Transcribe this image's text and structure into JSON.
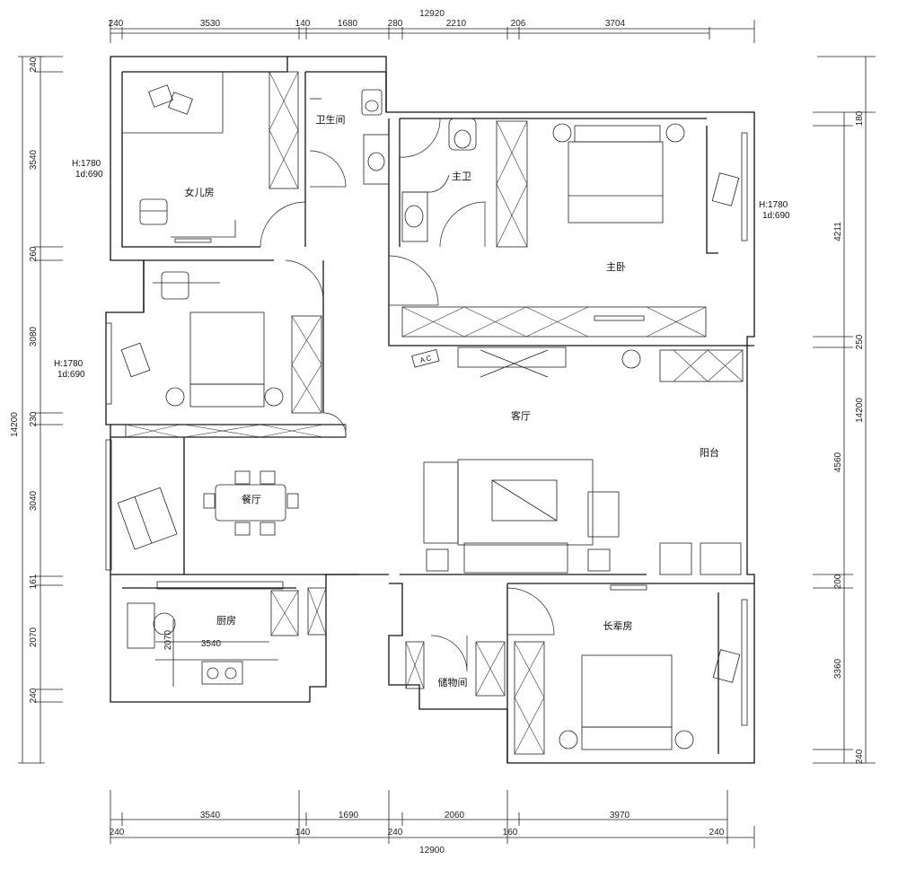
{
  "dimensions": {
    "top_total": "12920",
    "top": [
      "240",
      "3530",
      "140",
      "1680",
      "280",
      "2210",
      "206",
      "3704"
    ],
    "bottom_total": "12900",
    "bottom_upper": [
      "3540",
      "1690",
      "2060",
      "3970"
    ],
    "bottom_lower": [
      "240",
      "140",
      "240",
      "160",
      "240"
    ],
    "left_total": "14200",
    "left": [
      "240",
      "3540",
      "260",
      "3080",
      "230",
      "3040",
      "161",
      "2070",
      "240"
    ],
    "right_total": "14200",
    "right_outer": [
      "4211",
      "4560",
      "3360"
    ],
    "right_inner": [
      "180",
      "250",
      "200",
      "240"
    ],
    "kitchen_width": "3540",
    "kitchen_depth": "2070"
  },
  "rooms": {
    "daughter": "女儿房",
    "bath_guest": "卫生间",
    "bath_master": "主卫",
    "master_bed": "主卧",
    "living": "客厅",
    "balcony": "阳台",
    "dining": "餐厅",
    "kitchen": "厨房",
    "storage": "储物间",
    "elder": "长辈房"
  },
  "window_notes": {
    "left_top": [
      "H:1780",
      "1d:690"
    ],
    "left_mid": [
      "H:1780",
      "1d:690"
    ],
    "right_top": [
      "H:1780",
      "1d:690"
    ]
  },
  "tv_label": "A C"
}
